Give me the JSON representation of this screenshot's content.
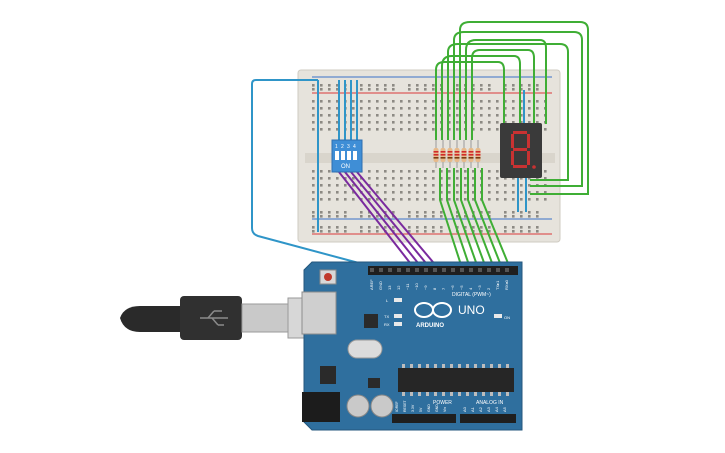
{
  "board": {
    "brand": "ARDUINO",
    "model": "UNO",
    "digital_header_label": "DIGITAL (PWM~)",
    "power_label": "POWER",
    "analog_label": "ANALOG IN",
    "on_led_label": "ON",
    "led_l_label": "L",
    "tx_label": "TX",
    "rx_label": "RX",
    "digital_pins": [
      "AREF",
      "GND",
      "13",
      "12",
      "~11",
      "~10",
      "~9",
      "8",
      "7",
      "~6",
      "~5",
      "4",
      "~3",
      "2",
      "TX▸1",
      "RX◂0"
    ],
    "power_pins": [
      "IOREF",
      "RESET",
      "3.3V",
      "5V",
      "GND",
      "GND",
      "Vin"
    ],
    "analog_pins": [
      "A0",
      "A1",
      "A2",
      "A3",
      "A4",
      "A5"
    ]
  },
  "dip_switch": {
    "numbers": [
      "1",
      "2",
      "3",
      "4"
    ],
    "on_label": "ON"
  },
  "display": {
    "digit": "8"
  },
  "colors": {
    "board_blue": "#2f6f9e",
    "breadboard": "#e6e3dc",
    "wire_green": "#3fae35",
    "wire_purple": "#7a2a9e",
    "wire_blue": "#2f95c8",
    "rail_red": "#d93a3a",
    "rail_blue": "#3a72c8",
    "dip_blue": "#3f8ed6",
    "seg_red": "#c83232",
    "display_body": "#3a3a3a"
  }
}
